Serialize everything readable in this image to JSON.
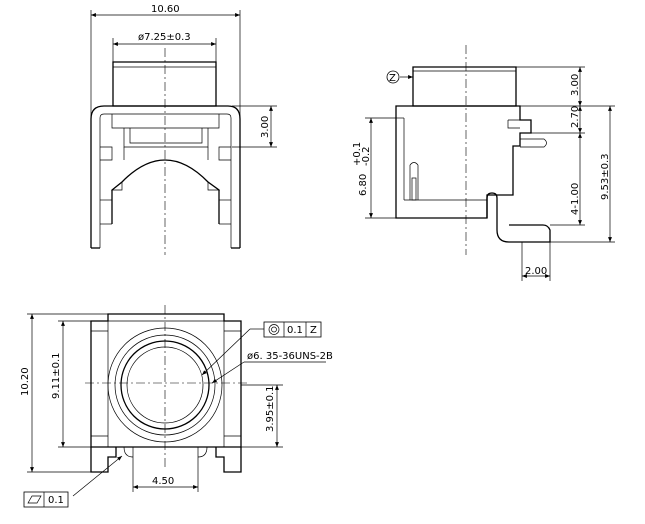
{
  "front_view": {
    "overall_width": "10.60",
    "cap_diameter": "ø7.25±0.3",
    "body_depth": "3.00"
  },
  "side_view": {
    "datum_label": "Z",
    "cap_height": "3.00",
    "step_height": "2.70",
    "total_height": "9.53±0.3",
    "body_height_nominal": "6.80",
    "body_height_plus": "+0.1",
    "body_height_minus": "-0.2",
    "lead_height": "4-1.00",
    "lead_width": "2.00"
  },
  "top_view": {
    "overall_length": "10.20",
    "body_length": "9.11±0.1",
    "hole_offset": "3.95±0.1",
    "pin_spacing": "4.50",
    "thread_callout": "ø6. 35-36UNS-2B",
    "concentricity_tolerance": "0.1",
    "concentricity_datum": "Z",
    "flatness_tolerance": "0.1"
  }
}
